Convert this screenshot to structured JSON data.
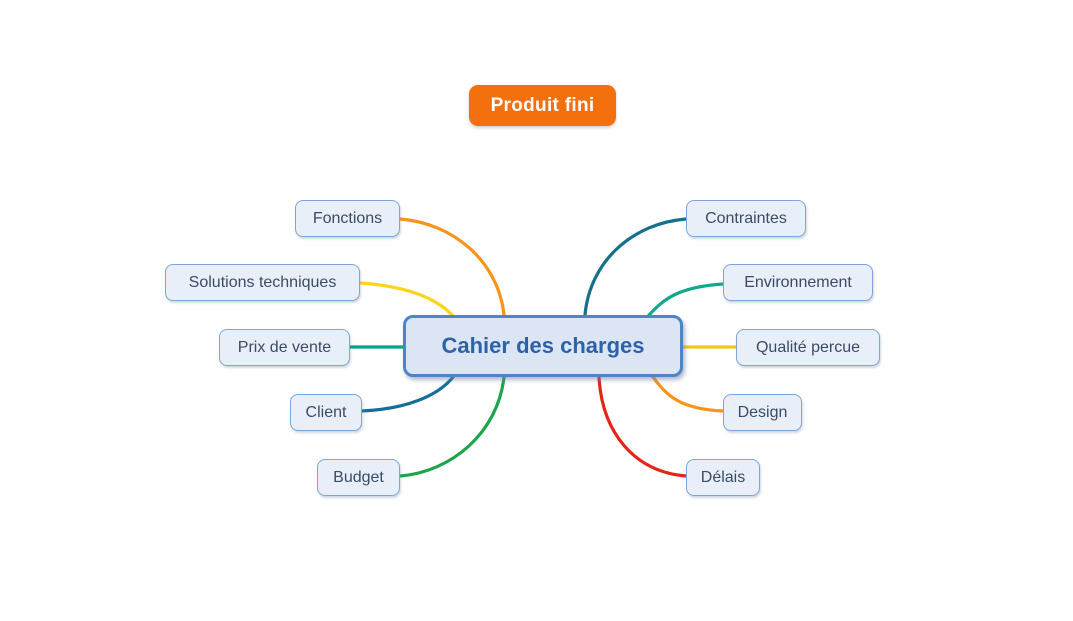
{
  "colors": {
    "canvas-bg": "#ffffff",
    "floating-fill": "#f4700f",
    "floating-text": "#ffffff",
    "central-fill": "#dbe5f4",
    "central-border": "#4d86c8",
    "central-text": "#2d62a8",
    "child-fill": "#e9eff9",
    "child-border": "#7ea6dc",
    "child-text": "#3c4a66"
  },
  "floating_node": {
    "label": "Produit fini"
  },
  "central_node": {
    "label": "Cahier des charges"
  },
  "branches": {
    "left": [
      {
        "label": "Fonctions",
        "connector_color": "#f7941d"
      },
      {
        "label": "Solutions techniques",
        "connector_color": "#fdd41a"
      },
      {
        "label": "Prix de vente",
        "connector_color": "#00a38b"
      },
      {
        "label": "Client",
        "connector_color": "#176f99"
      },
      {
        "label": "Budget",
        "connector_color": "#1fa44c"
      }
    ],
    "right": [
      {
        "label": "Contraintes",
        "connector_color": "#16708c"
      },
      {
        "label": "Environnement",
        "connector_color": "#12a88c"
      },
      {
        "label": "Qualité percue",
        "connector_color": "#f2c811"
      },
      {
        "label": "Design",
        "connector_color": "#f7941d"
      },
      {
        "label": "Délais",
        "connector_color": "#e52517"
      }
    ]
  }
}
